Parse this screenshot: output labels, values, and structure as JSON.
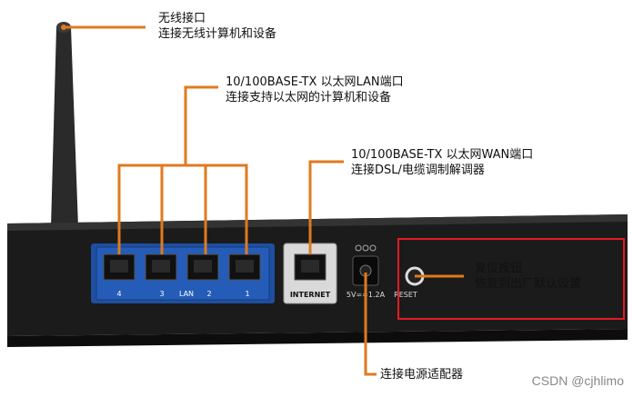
{
  "annotations": {
    "wireless": {
      "line1": "无线接口",
      "line2": "连接无线计算机和设备"
    },
    "lan": {
      "line1": "10/100BASE-TX 以太网LAN端口",
      "line2": "连接支持以太网的计算机和设备"
    },
    "wan": {
      "line1": "10/100BASE-TX 以太网WAN端口",
      "line2": "连接DSL/电缆调制解调器"
    },
    "reset": {
      "line1": "复位按钮",
      "line2": "恢复到出厂默认设置"
    },
    "power": {
      "line1": "连接电源适配器"
    }
  },
  "router_labels": {
    "lan_port_4": "4",
    "lan_port_3": "3",
    "lan_text": "LAN",
    "lan_port_2": "2",
    "lan_port_1": "1",
    "internet": "INTERNET",
    "power_rating": "5V==1.2A",
    "reset": "RESET"
  },
  "watermark": "CSDN @cjhlimo",
  "colors": {
    "callout": "#e07a1f",
    "highlight": "#e01c24",
    "lan_panel": "#1e4fa0",
    "body": "#1b1b1b"
  }
}
